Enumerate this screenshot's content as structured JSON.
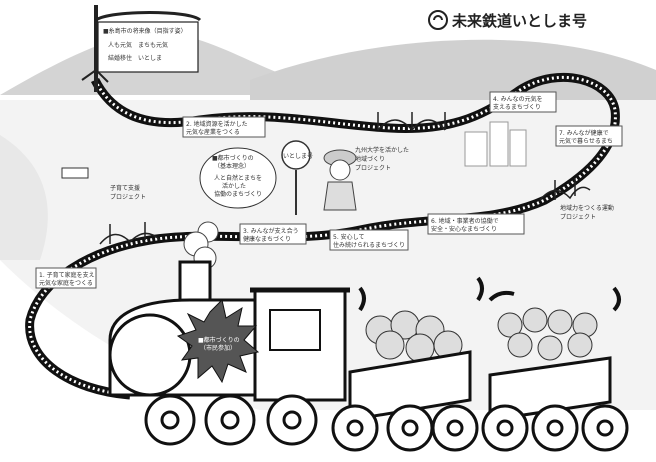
{
  "title": "未来鉄道いとしま号",
  "scroll": {
    "header": "■糸島市の将来像（目指す姿）",
    "lines": [
      "人も元気　まちも元気",
      "結婚移住　いとしま"
    ]
  },
  "sign_text": "いとしま号",
  "stations": [
    {
      "id": "s1",
      "lines": [
        "1. 子育て家庭を支え",
        "元気な家庭をつくる"
      ]
    },
    {
      "id": "s2",
      "lines": [
        "2. 地域資源を活かした",
        "元気な産業をつくる"
      ]
    },
    {
      "id": "s3",
      "lines": [
        "3. みんなが支え合う",
        "健康なまちづくり"
      ]
    },
    {
      "id": "s4",
      "lines": [
        "4. みんなの元気を",
        "支えるまちづくり"
      ]
    },
    {
      "id": "s5",
      "lines": [
        "5. 安心して",
        "住み続けられるまちづくり"
      ]
    },
    {
      "id": "s6",
      "lines": [
        "6. 地域・事業者の協働で",
        "安全・安心なまちづくり"
      ]
    },
    {
      "id": "s7",
      "lines": [
        "7. みんなが健康で",
        "元気で暮らせるまち"
      ]
    }
  ],
  "projects": [
    {
      "id": "p1",
      "lines": [
        "子育て支援",
        "プロジェクト"
      ]
    },
    {
      "id": "p2",
      "lines": [
        "九州大学を活かした",
        "地域づくり",
        "プロジェクト"
      ]
    },
    {
      "id": "p3",
      "lines": [
        "地域力をつくる運動",
        "プロジェクト"
      ]
    }
  ],
  "callout": {
    "header": "■都市づくりの",
    "header2": "（基本理念）",
    "lines": [
      "人と自然とまちを",
      "活かした",
      "協働のまちづくり"
    ]
  },
  "engine_burst": {
    "header": "■都市づくりの",
    "header2": "（市民参加）"
  },
  "colors": {
    "ink": "#111111",
    "ground": "#f2f2f2",
    "mountain": "#d0d0d0",
    "burst": "#555555"
  }
}
